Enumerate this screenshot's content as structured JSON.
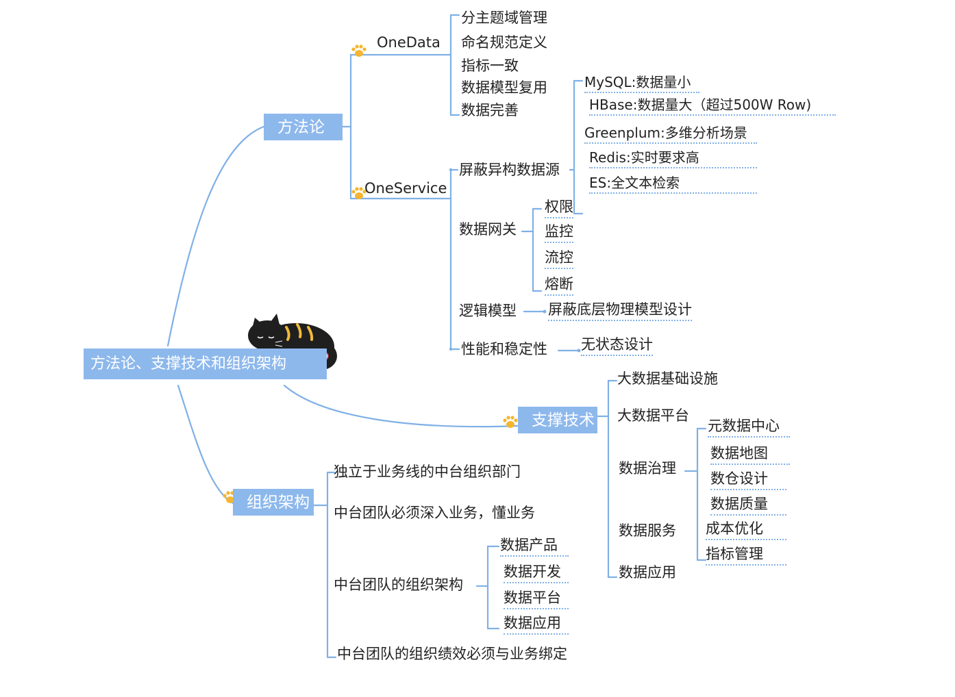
{
  "root": "方法论、支撑技术和组织架构",
  "methodology": {
    "label": "方法论",
    "onedata": {
      "label": "OneData",
      "items": [
        "分主题域管理",
        "命名规范定义",
        "指标一致",
        "数据模型复用",
        "数据完善"
      ]
    },
    "oneservice": {
      "label": "OneService",
      "shield": {
        "label": "屏蔽异构数据源",
        "items": [
          "MySQL:数据量小",
          "HBase:数据量大（超过500W Row)",
          "Greenplum:多维分析场景",
          "Redis:实时要求高",
          "ES:全文本检索"
        ]
      },
      "gateway": {
        "label": "数据网关",
        "items": [
          "权限",
          "监控",
          "流控",
          "熔断"
        ]
      },
      "logic": {
        "label": "逻辑模型",
        "child": "屏蔽底层物理模型设计"
      },
      "perf": {
        "label": "性能和稳定性",
        "child": "无状态设计"
      }
    }
  },
  "support": {
    "label": "支撑技术",
    "items": [
      "大数据基础设施",
      "大数据平台",
      "数据治理",
      "数据服务",
      "数据应用"
    ],
    "governance": [
      "元数据中心",
      "数据地图",
      "数仓设计",
      "数据质量",
      "成本优化",
      "指标管理"
    ]
  },
  "org": {
    "label": "组织架构",
    "items": [
      "独立于业务线的中台组织部门",
      "中台团队必须深入业务，懂业务",
      "中台团队的组织架构",
      "中台团队的组织绩效必须与业务绑定"
    ],
    "team": [
      "数据产品",
      "数据开发",
      "数据平台",
      "数据应用"
    ]
  },
  "colors": {
    "line": "#7fb0e6",
    "box": "#8db8ec",
    "paw": "#f5b52e",
    "cat": "#1f1f1f",
    "stripe": "#f1b93c"
  }
}
